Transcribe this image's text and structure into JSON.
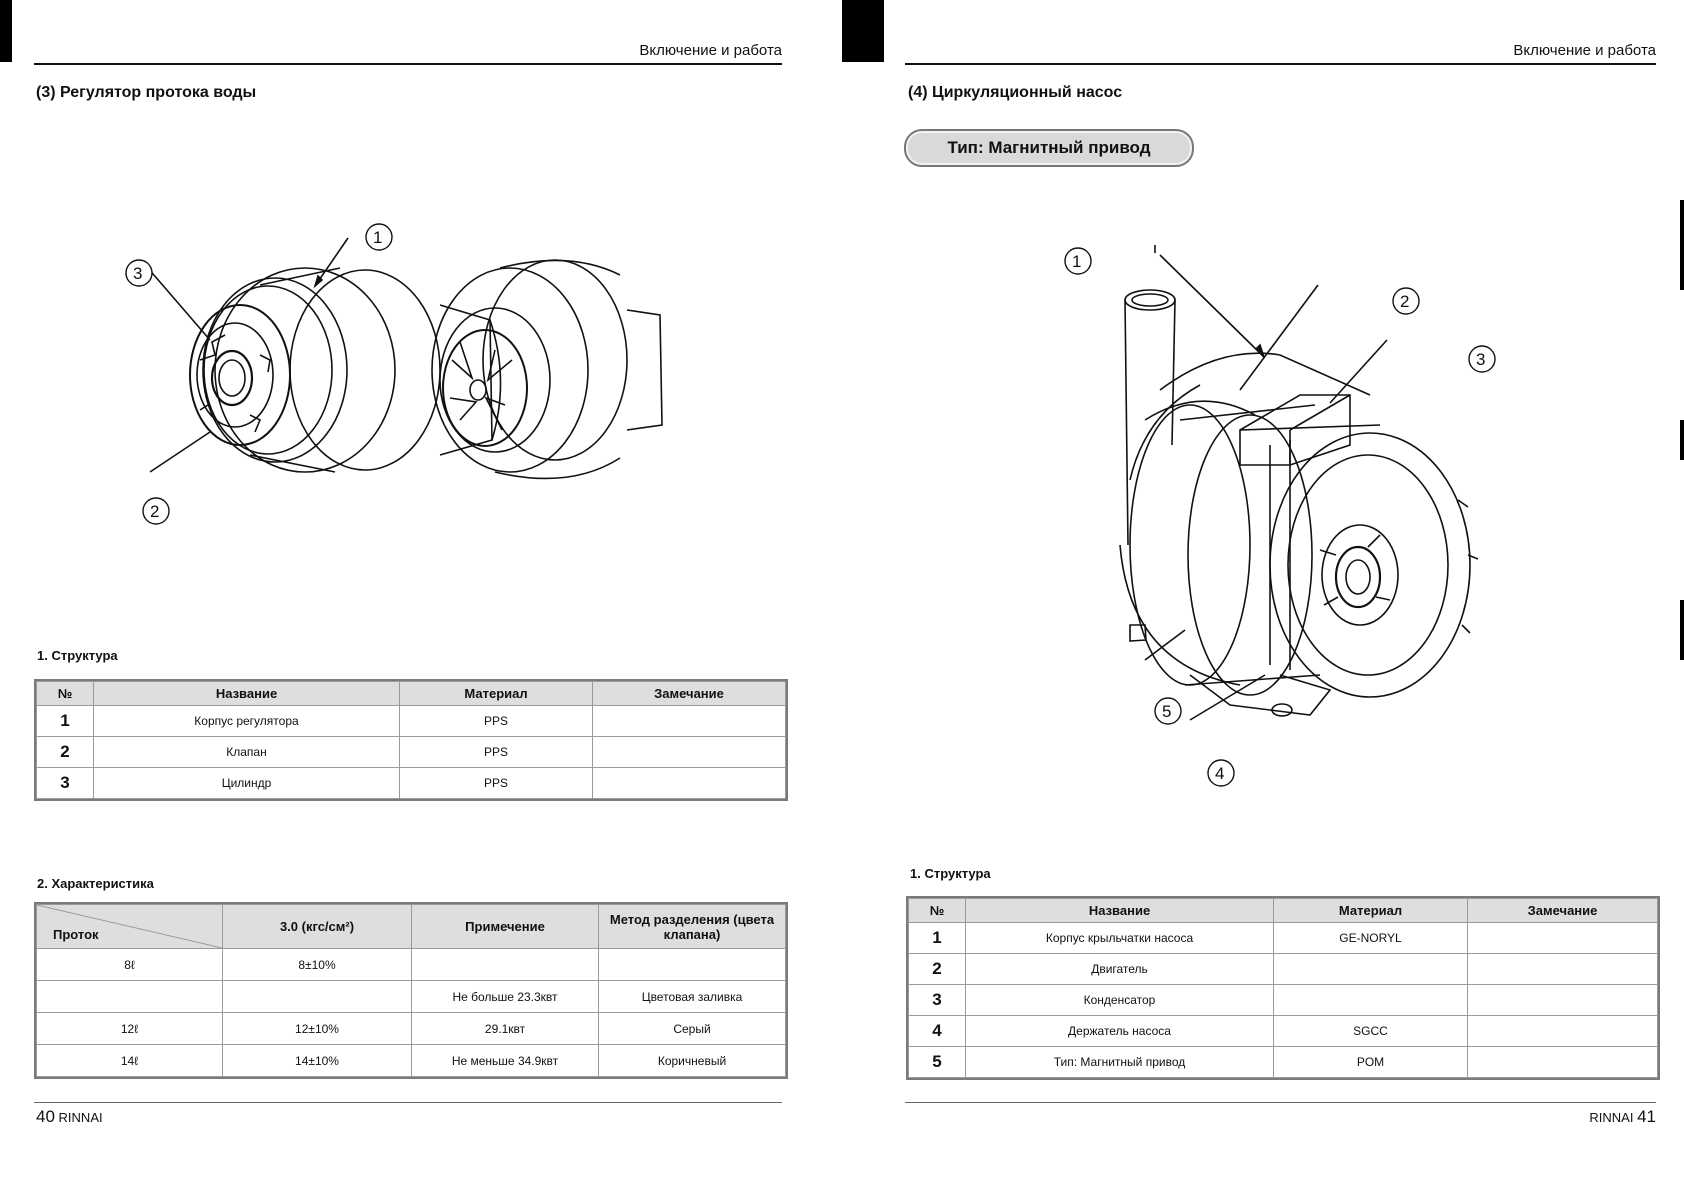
{
  "header": {
    "running_title_left": "Включение и работа",
    "running_title_right": "Включение и работа"
  },
  "left": {
    "section_title": "(3) Регулятор протока воды",
    "callouts": [
      "1",
      "2",
      "3"
    ],
    "structure": {
      "title": "1. Структура",
      "columns": [
        "№",
        "Название",
        "Материал",
        "Замечание"
      ],
      "rows": [
        {
          "no": "1",
          "name": "Корпус регулятора",
          "material": "PPS",
          "note": ""
        },
        {
          "no": "2",
          "name": "Клапан",
          "material": "PPS",
          "note": ""
        },
        {
          "no": "3",
          "name": "Цилиндр",
          "material": "PPS",
          "note": ""
        }
      ]
    },
    "characteristics": {
      "title": "2. Характеристика",
      "corner_label": "Проток",
      "columns": [
        "3.0 (кгс/см²)",
        "Примечение",
        "Метод разделения (цвета клапана)"
      ],
      "rows": [
        {
          "flow": "8ℓ",
          "value": "8±10%",
          "note": "",
          "method": ""
        },
        {
          "flow": "",
          "value": "",
          "note": "Не больше 23.3квт",
          "method": "Цветовая заливка"
        },
        {
          "flow": "12ℓ",
          "value": "12±10%",
          "note": "29.1квт",
          "method": "Серый"
        },
        {
          "flow": "14ℓ",
          "value": "14±10%",
          "note": "Не меньше 34.9квт",
          "method": "Коричневый"
        }
      ]
    },
    "footer": {
      "page_number": "40",
      "brand": "RINNAI"
    }
  },
  "right": {
    "section_title": "(4) Циркуляционный насос",
    "type_label": "Тип: Магнитный привод",
    "callouts": [
      "1",
      "2",
      "3",
      "4",
      "5"
    ],
    "structure": {
      "title": "1. Структура",
      "columns": [
        "№",
        "Название",
        "Материал",
        "Замечание"
      ],
      "rows": [
        {
          "no": "1",
          "name": "Корпус крыльчатки насоса",
          "material": "GE-NORYL",
          "note": ""
        },
        {
          "no": "2",
          "name": "Двигатель",
          "material": "",
          "note": ""
        },
        {
          "no": "3",
          "name": "Конденсатор",
          "material": "",
          "note": ""
        },
        {
          "no": "4",
          "name": "Держатель насоса",
          "material": "SGCC",
          "note": ""
        },
        {
          "no": "5",
          "name": "Тип: Магнитный привод",
          "material": "POM",
          "note": ""
        }
      ]
    },
    "footer": {
      "brand": "RINNAI",
      "page_number": "41"
    }
  }
}
